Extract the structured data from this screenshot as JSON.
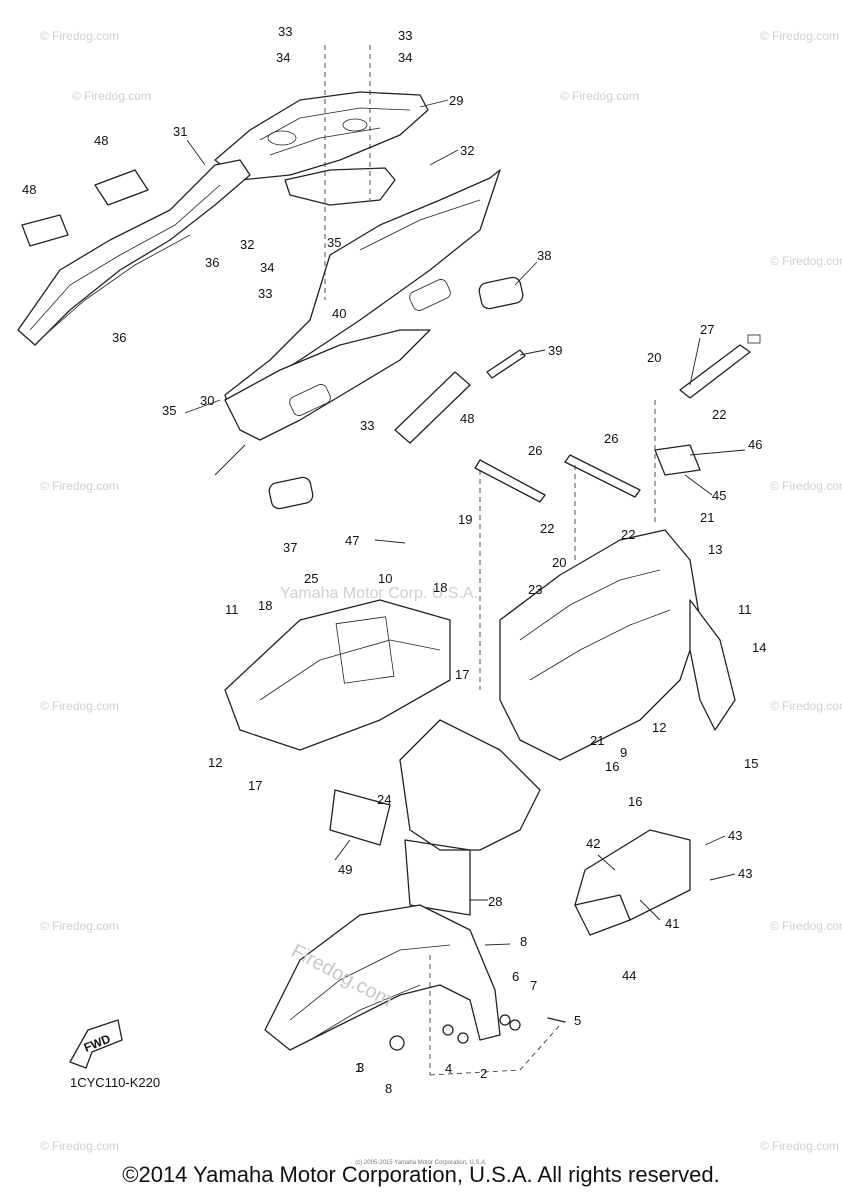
{
  "diagram": {
    "part_numbers": [
      "1",
      "2",
      "3",
      "4",
      "5",
      "6",
      "7",
      "8",
      "8",
      "9",
      "10",
      "11",
      "11",
      "12",
      "12",
      "13",
      "14",
      "15",
      "16",
      "16",
      "17",
      "17",
      "18",
      "18",
      "19",
      "20",
      "20",
      "21",
      "21",
      "22",
      "22",
      "22",
      "23",
      "24",
      "25",
      "26",
      "26",
      "27",
      "28",
      "29",
      "30",
      "31",
      "32",
      "32",
      "33",
      "33",
      "33",
      "33",
      "34",
      "34",
      "34",
      "35",
      "35",
      "36",
      "36",
      "37",
      "38",
      "39",
      "40",
      "41",
      "42",
      "43",
      "43",
      "44",
      "45",
      "46",
      "47",
      "48",
      "48",
      "48",
      "49"
    ],
    "fwd_label": "FWD",
    "drawing_code": "1CYC110-K220",
    "watermark": "© Firedog.com",
    "watermark_center": "Yamaha Motor Corp. U.S.A.",
    "fender_watermark": "Firedog.com"
  },
  "footer": {
    "copyright": "©2014 Yamaha Motor Corporation, U.S.A. All rights reserved.",
    "small_note": "(c) 2005-2015 Yamaha Motor Corporation, U.S.A."
  }
}
